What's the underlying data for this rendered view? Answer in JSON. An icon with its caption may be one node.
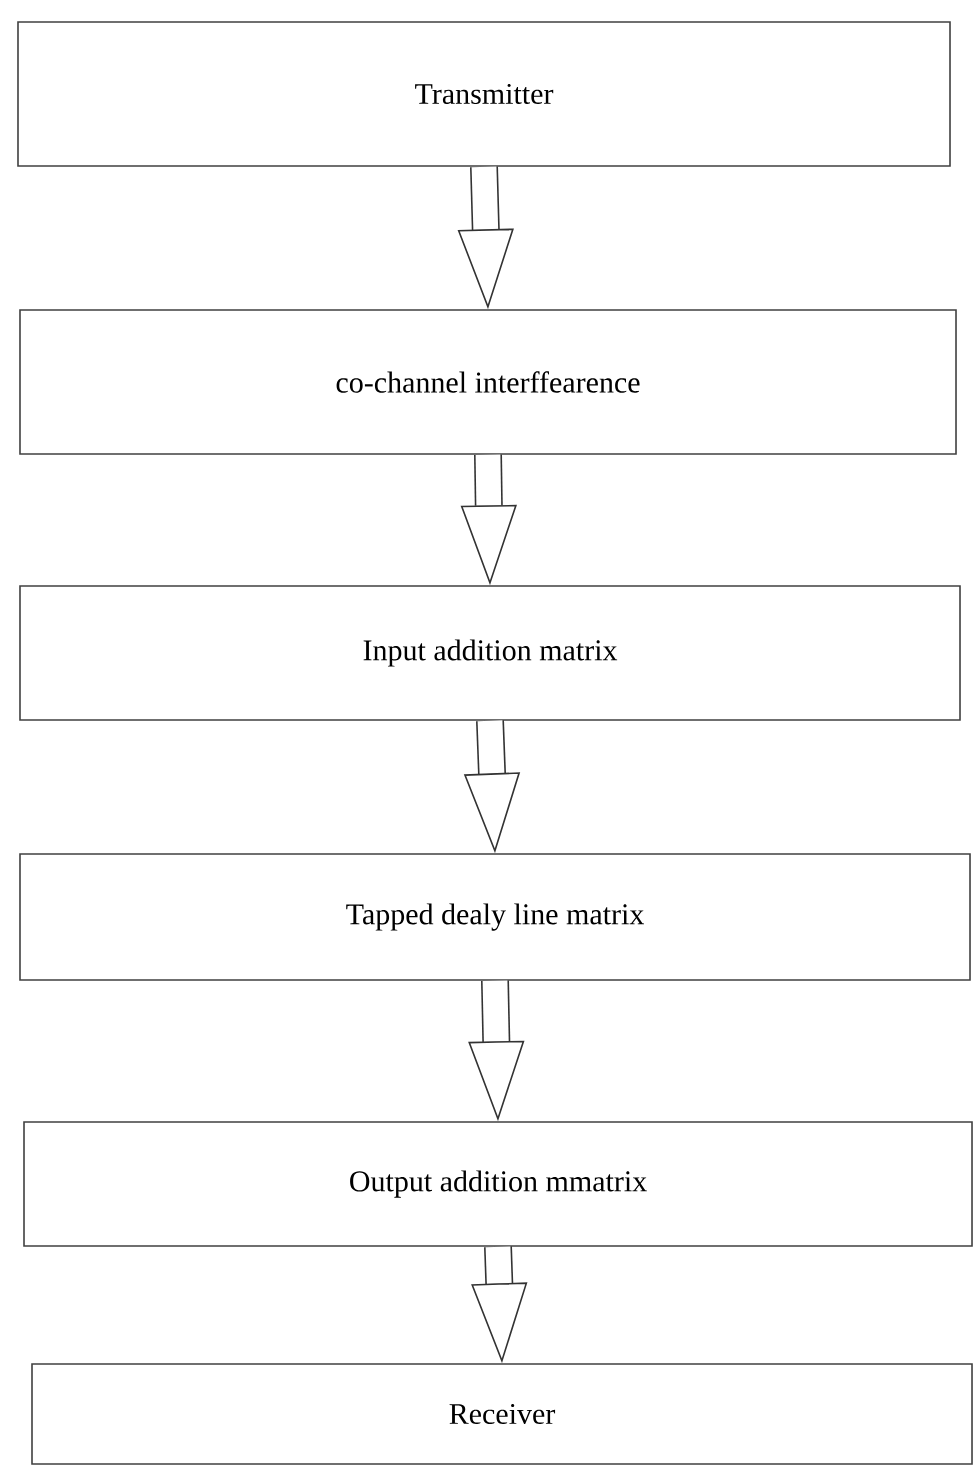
{
  "diagram": {
    "nodes": [
      {
        "text": [
          "Transmitter"
        ]
      },
      {
        "text": [
          "co-channel interffearence"
        ]
      },
      {
        "text": [
          "Input addition matrix"
        ]
      },
      {
        "text": [
          "Tapped dealy line matrix"
        ]
      },
      {
        "text": [
          "Output addition mmatrix"
        ]
      },
      {
        "text": [
          "Receiver"
        ]
      }
    ],
    "edges": [
      {
        "from": 0,
        "to": 1,
        "arrow": "to"
      },
      {
        "from": 1,
        "to": 2,
        "arrow": "to"
      },
      {
        "from": 2,
        "to": 3,
        "arrow": "to"
      },
      {
        "from": 3,
        "to": 4,
        "arrow": "to"
      },
      {
        "from": 4,
        "to": 5,
        "arrow": "to"
      }
    ]
  }
}
